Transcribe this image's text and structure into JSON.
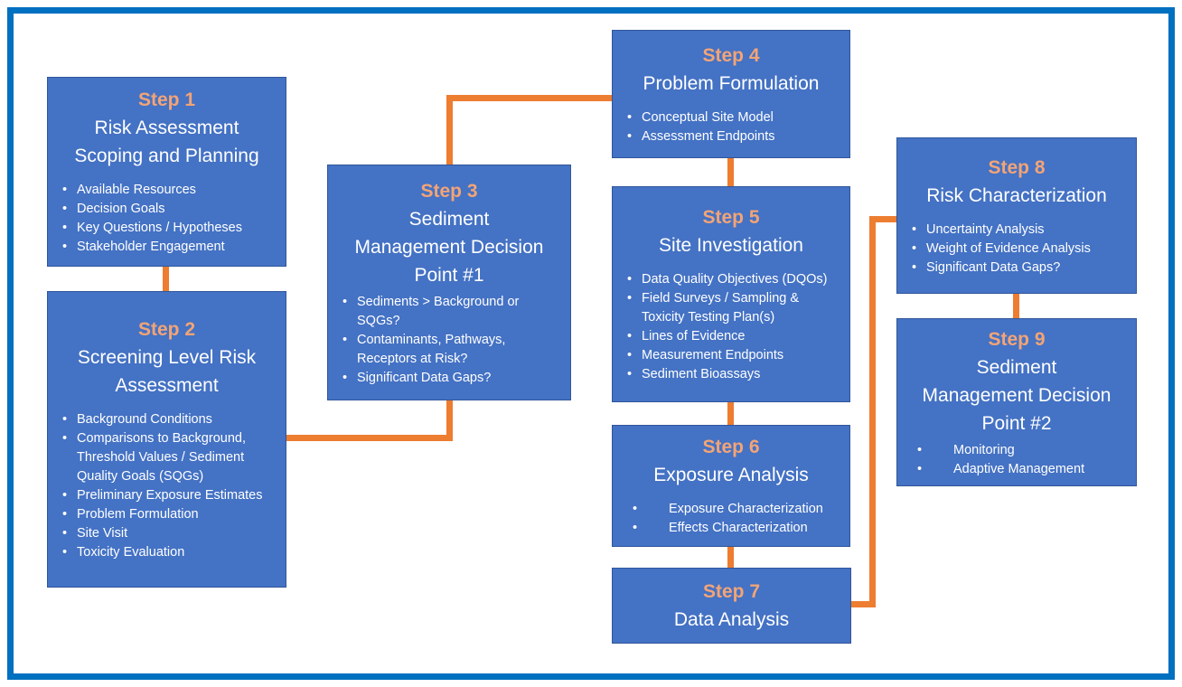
{
  "diagram": {
    "colors": {
      "outer_border": "#0070C0",
      "box_fill": "#4472C4",
      "box_border": "#31569B",
      "step_label": "#F2A477",
      "connector": "#ED7D31",
      "body_text": "#FFFFFF",
      "background": "#FFFFFF"
    },
    "steps": [
      {
        "label": "Step 1",
        "title": "Risk Assessment\nScoping and Planning",
        "bullets": [
          "Available Resources",
          "Decision Goals",
          "Key Questions / Hypotheses",
          "Stakeholder Engagement"
        ]
      },
      {
        "label": "Step 2",
        "title": "Screening Level Risk\nAssessment",
        "bullets": [
          "Background Conditions",
          "Comparisons to Background,\nThreshold Values / Sediment\nQuality Goals (SQGs)",
          "Preliminary Exposure Estimates",
          "Problem Formulation",
          "Site Visit",
          "Toxicity Evaluation"
        ]
      },
      {
        "label": "Step 3",
        "title": "Sediment\nManagement Decision\nPoint #1",
        "bullets": [
          "Sediments > Background or\nSQGs?",
          "Contaminants, Pathways,\nReceptors at Risk?",
          "Significant Data Gaps?"
        ]
      },
      {
        "label": "Step 4",
        "title": "Problem Formulation",
        "bullets": [
          "Conceptual Site Model",
          "Assessment Endpoints"
        ]
      },
      {
        "label": "Step 5",
        "title": "Site Investigation",
        "bullets": [
          "Data Quality Objectives (DQOs)",
          "Field Surveys / Sampling &\nToxicity Testing Plan(s)",
          "Lines of Evidence",
          "Measurement Endpoints",
          "Sediment Bioassays"
        ]
      },
      {
        "label": "Step 6",
        "title": "Exposure Analysis",
        "bullets": [
          "Exposure Characterization",
          "Effects Characterization"
        ]
      },
      {
        "label": "Step 7",
        "title": "Data Analysis",
        "bullets": []
      },
      {
        "label": "Step 8",
        "title": "Risk Characterization",
        "bullets": [
          "Uncertainty Analysis",
          "Weight of Evidence Analysis",
          "Significant Data Gaps?"
        ]
      },
      {
        "label": "Step 9",
        "title": "Sediment\nManagement Decision\nPoint #2",
        "bullets": [
          "Monitoring",
          "Adaptive Management"
        ]
      }
    ]
  }
}
